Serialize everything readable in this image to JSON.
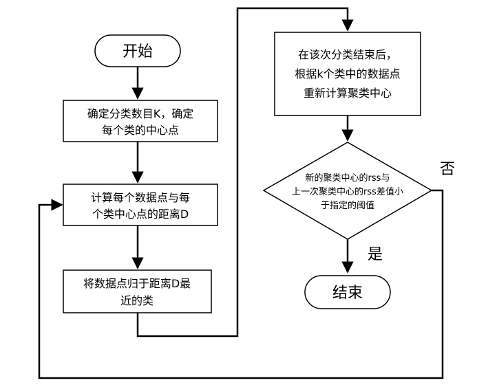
{
  "nodes": {
    "start": {
      "label": "开始"
    },
    "determine_k": {
      "lines": [
        "确定分类数目K，确定",
        "每个类的中心点"
      ]
    },
    "compute_distance": {
      "lines": [
        "计算每个数据点与每",
        "个类中心点的距离D"
      ]
    },
    "assign": {
      "lines": [
        "将数据点归于距离D最",
        "近的类"
      ]
    },
    "recompute": {
      "lines": [
        "在该次分类结束后，",
        "根据k个类中的数据点",
        "重新计算聚类中心"
      ]
    },
    "decision": {
      "lines": [
        "新的聚类中心的rss与",
        "上一次聚类中心的rss差值小",
        "于指定的阈值"
      ]
    },
    "end": {
      "label": "结束"
    }
  },
  "edge_labels": {
    "no": "否",
    "yes": "是"
  }
}
